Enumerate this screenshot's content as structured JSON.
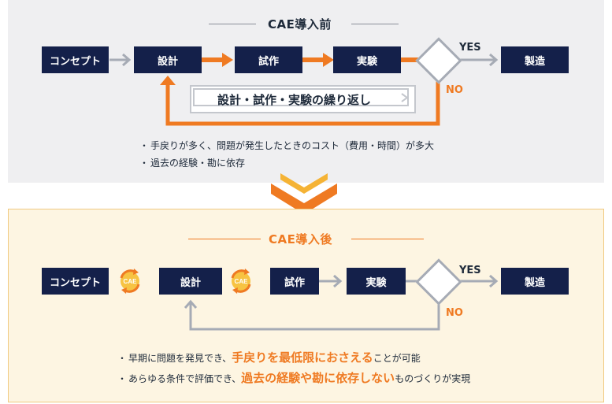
{
  "before": {
    "title": "CAE導入前",
    "steps": {
      "concept": "コンセプト",
      "design": "設計",
      "prototype": "試作",
      "experiment": "実験",
      "manufacturing": "製造"
    },
    "yes": "YES",
    "no": "NO",
    "loop_label": "設計・試作・実験の繰り返し",
    "bullets": [
      "手戻りが多く、問題が発生したときのコスト（費用・時間）が多大",
      "過去の経験・勘に依存"
    ]
  },
  "after": {
    "title": "CAE導入後",
    "steps": {
      "concept": "コンセプト",
      "design": "設計",
      "prototype": "試作",
      "experiment": "実験",
      "manufacturing": "製造"
    },
    "cae_badge": "CAE",
    "yes": "YES",
    "no": "NO",
    "bullet1": {
      "pre": "早期に問題を発見でき、",
      "highlight": "手戻りを最低限におさえる",
      "post": "ことが可能"
    },
    "bullet2": {
      "pre": "あらゆる条件で評価でき、",
      "highlight": "過去の経験や勘に依存しない",
      "post": "ものづくりが実現"
    }
  },
  "colors": {
    "navy": "#14204a",
    "orange": "#ef7a22",
    "gray_arrow": "#a6abb5",
    "after_bg": "#fdf5e2",
    "before_bg": "#efeff1"
  },
  "icons": [
    "chevron-down-icon",
    "cae-cycle-icon"
  ]
}
